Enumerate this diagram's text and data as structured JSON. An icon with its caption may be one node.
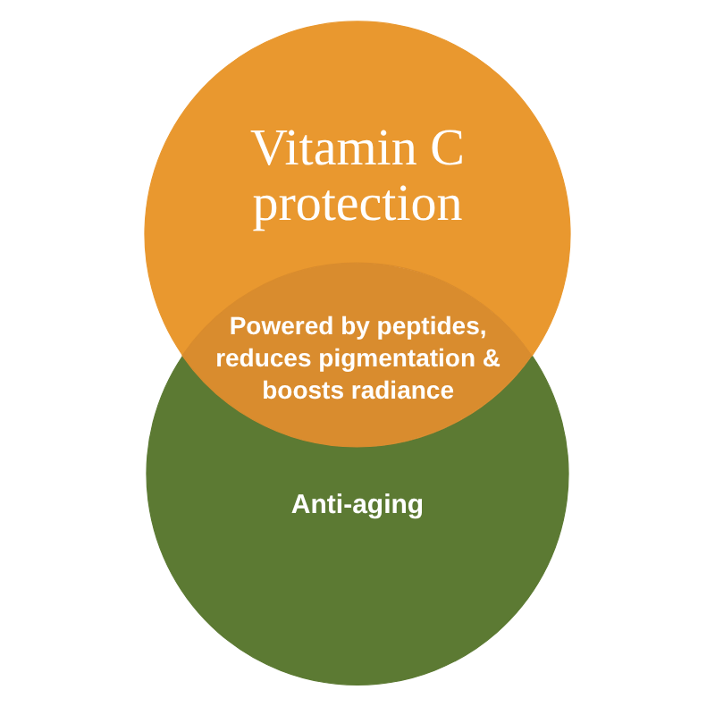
{
  "diagram": {
    "nodes": [
      {
        "text": [
          "Vitamin C protection"
        ]
      },
      {
        "text": [
          "Powered by peptides, reduces pigmentation & boosts radiance"
        ]
      },
      {
        "text": [
          "Anti-aging"
        ]
      }
    ]
  }
}
